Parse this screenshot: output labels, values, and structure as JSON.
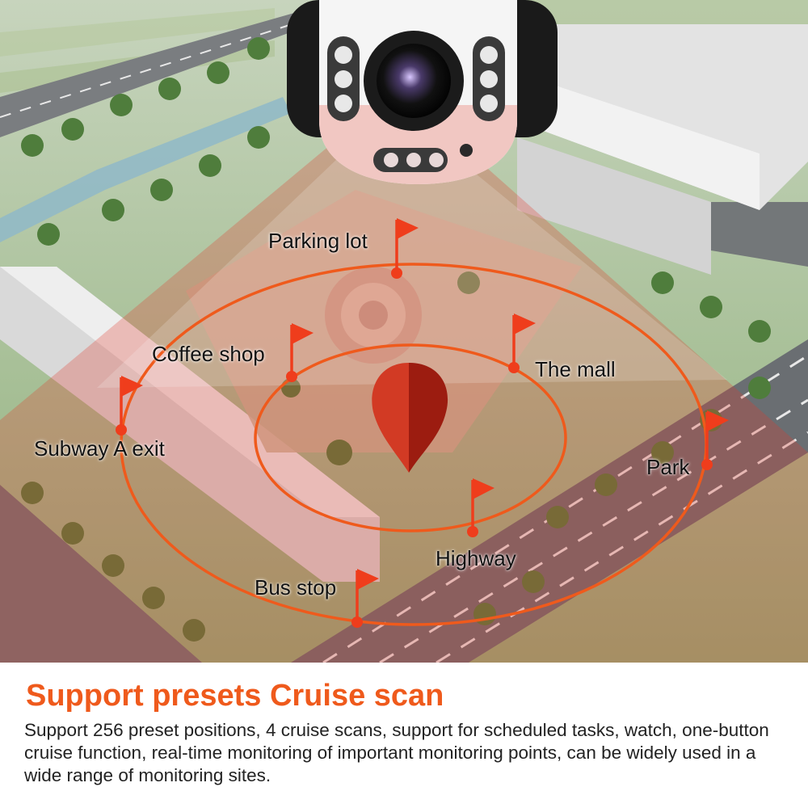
{
  "preset_points": {
    "parking_lot": "Parking lot",
    "coffee_shop": "Coffee shop",
    "the_mall": "The mall",
    "subway_a_exit": "Subway A exit",
    "park": "Park",
    "highway": "Highway",
    "bus_stop": "Bus stop"
  },
  "caption": {
    "title": "Support presets Cruise scan",
    "description": "Support 256 preset positions, 4 cruise scans, support for scheduled tasks, watch, one-button cruise function, real-time monitoring of important monitoring points, can be widely used in a wide range of monitoring sites."
  },
  "colors": {
    "accent_orange": "#ef5a1c",
    "beam_red": "#e23a2a",
    "cone_dark_red": "#9c1c10",
    "cone_red": "#d23a24",
    "grass": "#8fb07a",
    "road": "#6f7377"
  },
  "icons": {
    "flag": "preset-flag-icon",
    "pin": "location-pin-icon",
    "camera": "ptz-camera-icon"
  }
}
